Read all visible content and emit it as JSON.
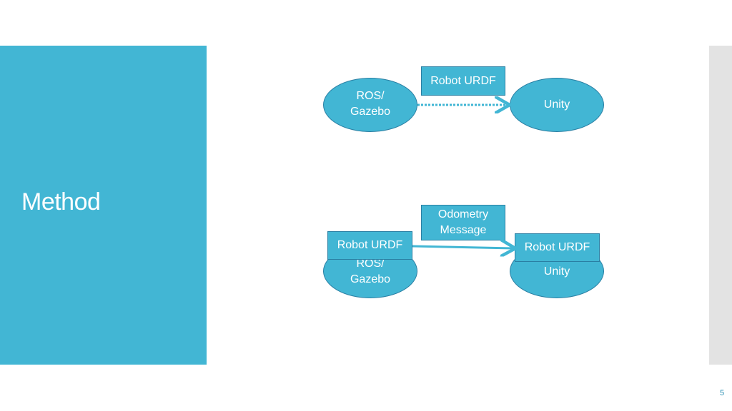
{
  "slide": {
    "title": "Method",
    "page_number": "5"
  },
  "diagram_top": {
    "source_node": "ROS/\nGazebo",
    "target_node": "Unity",
    "edge_label": "Robot URDF"
  },
  "diagram_bottom": {
    "source_node": "ROS/\nGazebo",
    "target_node": "Unity",
    "source_tag": "Robot URDF",
    "target_tag": "Robot URDF",
    "edge_label": "Odometry\nMessage"
  },
  "colors": {
    "panel": "#42b6d4",
    "accent": "#42b6d4",
    "border": "#2a7fa3"
  }
}
